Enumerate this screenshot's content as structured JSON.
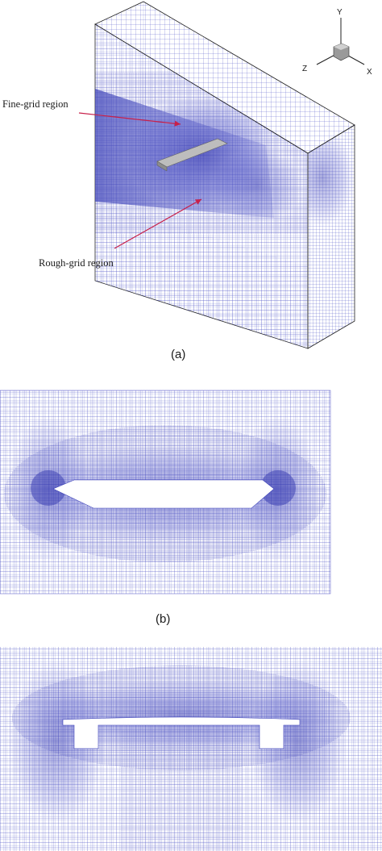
{
  "panels": {
    "a": {
      "caption": "(a)",
      "labels": {
        "fine": "Fine-grid region",
        "rough": "Rough-grid region"
      },
      "axes": {
        "x": "X",
        "y": "Y",
        "z": "Z"
      }
    },
    "b": {
      "caption": "(b)"
    },
    "c": {
      "caption": ""
    }
  },
  "colors": {
    "mesh": "#4a4fc4",
    "mesh_dense": "#3b40b8",
    "arrow": "#c8204a",
    "model": "#bdbdbd",
    "edge": "#222222"
  }
}
